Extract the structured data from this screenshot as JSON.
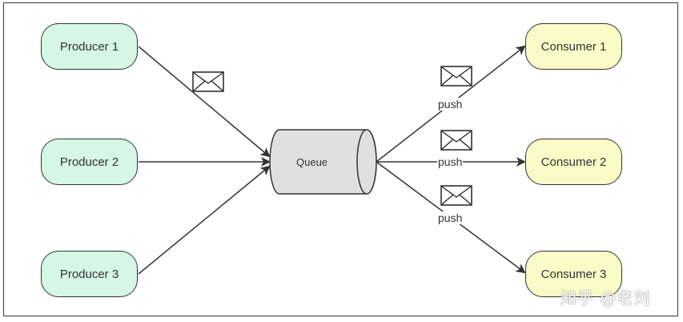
{
  "producers": [
    "Producer 1",
    "Producer 2",
    "Producer 3"
  ],
  "queue": "Queue",
  "consumers": [
    "Consumer 1",
    "Consumer 2",
    "Consumer 3"
  ],
  "push_labels": [
    "push",
    "push",
    "push"
  ],
  "watermark": "知乎 @老刘",
  "colors": {
    "producer_fill": "#d6f7e6",
    "consumer_fill": "#fbfbc8",
    "queue_fill": "#e0e0e0",
    "stroke": "#333333"
  }
}
